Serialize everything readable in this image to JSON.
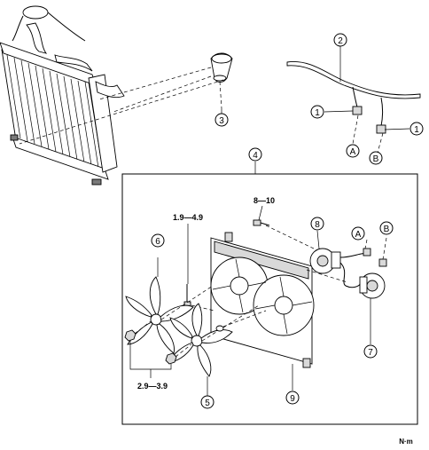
{
  "callouts": {
    "c1a": "1",
    "c1b": "1",
    "c2": "2",
    "c3": "3",
    "c4": "4",
    "c5": "5",
    "c6": "6",
    "c7": "7",
    "c8": "8",
    "c9": "9",
    "cA_top": "A",
    "cB_top": "B",
    "cA_box": "A",
    "cB_box": "B"
  },
  "torques": {
    "bolt_top": "8—10",
    "bolt_left": "1.9—4.9",
    "nut_bottom": "2.9—3.9"
  },
  "unit": "N·m"
}
